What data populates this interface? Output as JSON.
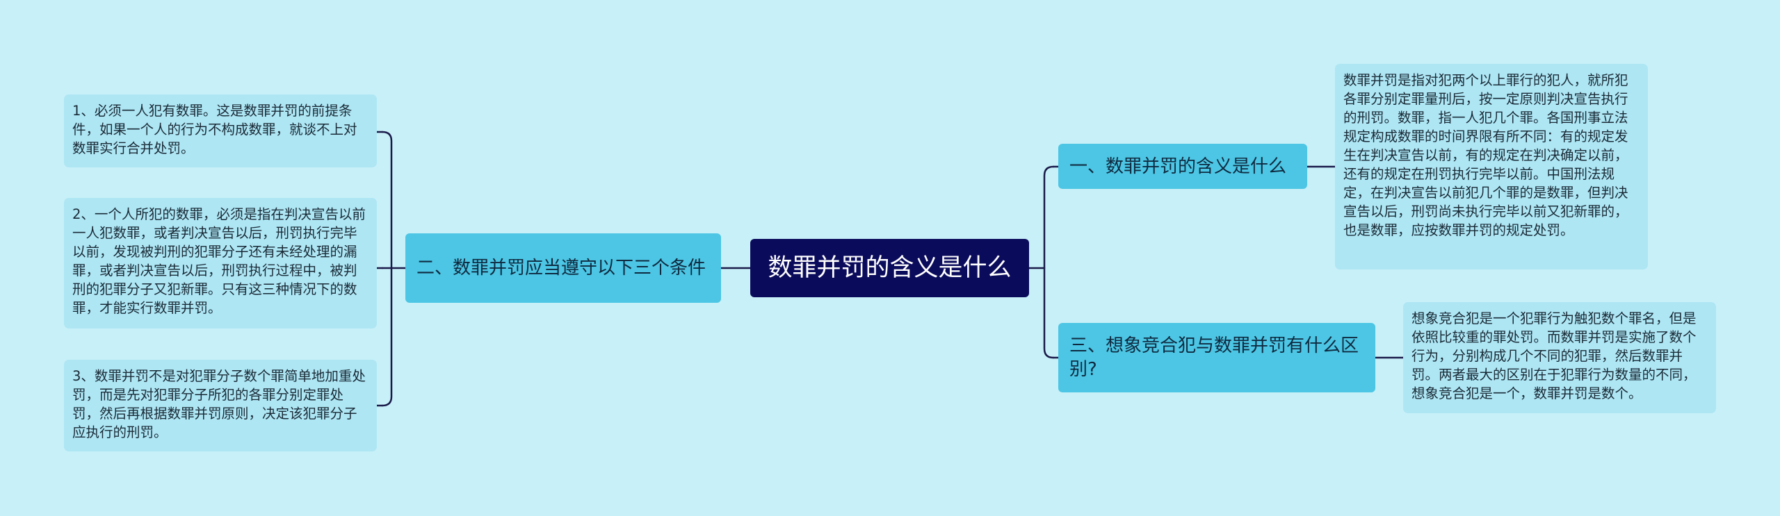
{
  "root": {
    "label": "数罪并罚的含义是什么"
  },
  "branches": [
    {
      "label": "二、数罪并罚应当遵守以下三个条件"
    },
    {
      "label": "一、数罪并罚的含义是什么"
    },
    {
      "label": "三、想象竞合犯与数罪并罚有什么区别?"
    }
  ],
  "leaves": [
    {
      "text": "1、必须一人犯有数罪。这是数罪并罚的前提条件，如果一个人的行为不构成数罪，就谈不上对数罪实行合并处罚。"
    },
    {
      "text": "2、一个人所犯的数罪，必须是指在判决宣告以前一人犯数罪，或者判决宣告以后，刑罚执行完毕以前，发现被判刑的犯罪分子还有未经处理的漏罪，或者判决宣告以后，刑罚执行过程中，被判刑的犯罪分子又犯新罪。只有这三种情况下的数罪，才能实行数罪并罚。"
    },
    {
      "text": "3、数罪并罚不是对犯罪分子数个罪简单地加重处罚，而是先对犯罪分子所犯的各罪分别定罪处罚，然后再根据数罪并罚原则，决定该犯罪分子应执行的刑罚。"
    },
    {
      "text": "数罪并罚是指对犯两个以上罪行的犯人，就所犯各罪分别定罪量刑后，按一定原则判决宣告执行的刑罚。数罪，指一人犯几个罪。各国刑事立法规定构成数罪的时间界限有所不同：有的规定发生在判决宣告以前，有的规定在判决确定以前，还有的规定在刑罚执行完毕以前。中国刑法规定，在判决宣告以前犯几个罪的是数罪，但判决宣告以后，刑罚尚未执行完毕以前又犯新罪的，也是数罪，应按数罪并罚的规定处罚。"
    },
    {
      "text": "想象竞合犯是一个犯罪行为触犯数个罪名，但是依照比较重的罪处罚。而数罪并罚是实施了数个行为，分别构成几个不同的犯罪，然后数罪并罚。两者最大的区别在于犯罪行为数量的不同，想象竞合犯是一个，数罪并罚是数个。"
    }
  ],
  "colors": {
    "background": "#c8f0f8",
    "root": "#0b0b5c",
    "branch": "#4cc6e4",
    "leaf": "#aee6f4",
    "connector": "#1a1a4a"
  }
}
